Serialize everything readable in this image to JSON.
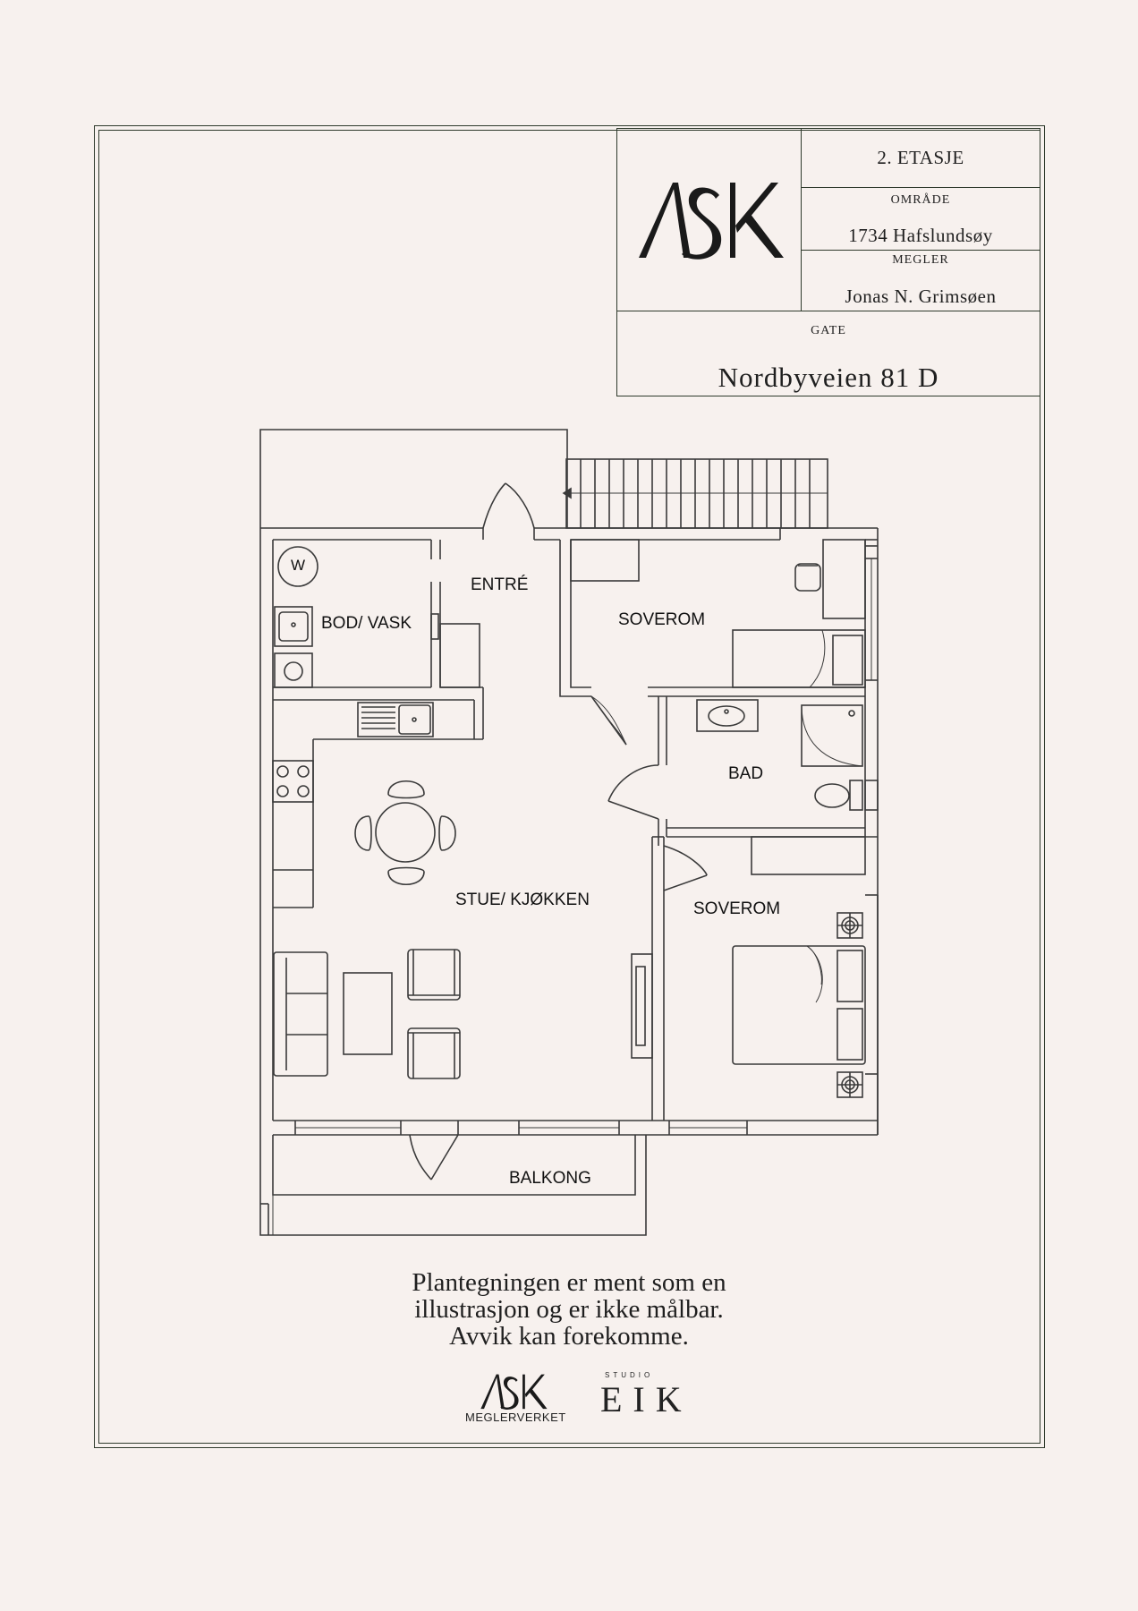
{
  "title_block": {
    "floor": "2. ETASJE",
    "area_label": "OMRÅDE",
    "area_value": "1734 Hafslundsøy",
    "agent_label": "MEGLER",
    "agent_value": "Jonas N. Grimsøen",
    "street_label": "GATE",
    "street_value": "Nordbyveien 81 D"
  },
  "logo": {
    "text": "ASK"
  },
  "rooms": {
    "washer": "W",
    "storage": "BOD/ VASK",
    "entrance": "ENTRÉ",
    "bedroom_top": "SOVEROM",
    "bathroom": "BAD",
    "living_kitchen": "STUE/ KJØKKEN",
    "bedroom_bottom": "SOVEROM",
    "balcony": "BALKONG"
  },
  "disclaimer": [
    "Plantegningen er ment som en",
    "illustrasjon og er ikke målbar.",
    "Avvik kan forekomme."
  ],
  "footer": {
    "ask_logo": "ASK",
    "ask_sub": "MEGLERVERKET",
    "studio_label": "STUDIO",
    "studio_name": "EIK"
  },
  "colors": {
    "background": "#f7f1ee",
    "frame": "#2f3a2c",
    "lines": "#3a3a3a"
  }
}
